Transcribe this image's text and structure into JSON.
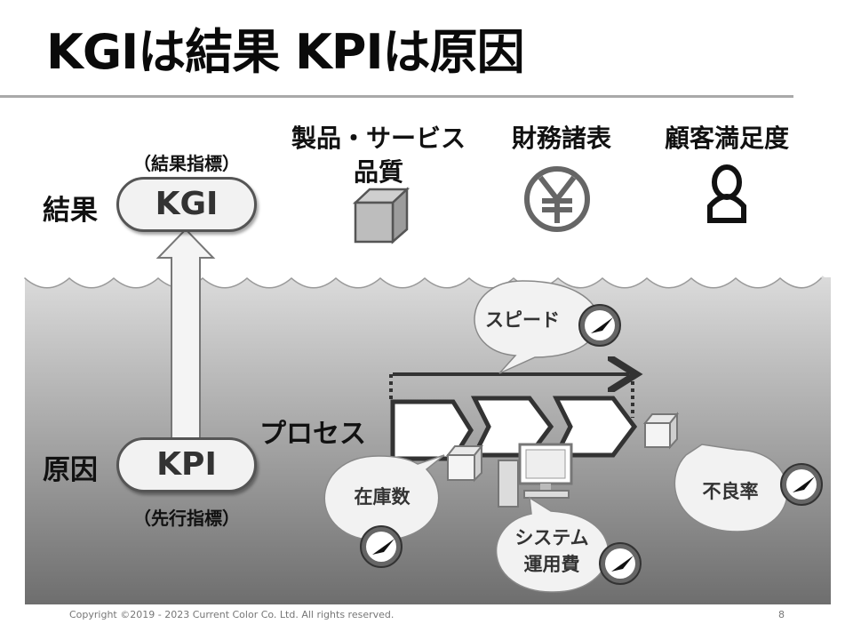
{
  "title": "KGIは結果 KPIは原因",
  "result": {
    "side_label": "結果",
    "sub_label": "（結果指標）",
    "pill_text": "KGI"
  },
  "cause": {
    "side_label": "原因",
    "sub_label": "（先行指標）",
    "pill_text": "KPI"
  },
  "kgi_categories": [
    {
      "label_line1": "製品・サービス",
      "label_line2": "品質",
      "icon": "box-icon"
    },
    {
      "label_line1": "財務諸表",
      "icon": "yen-icon"
    },
    {
      "label_line1": "顧客満足度",
      "icon": "person-icon"
    }
  ],
  "process": {
    "label": "プロセス",
    "steps": 3
  },
  "kpi_bubbles": {
    "speed": "スピード",
    "inventory": "在庫数",
    "system_cost_line1": "システム",
    "system_cost_line2": "運用費",
    "defect_rate": "不良率"
  },
  "colors": {
    "sea_top": "#dcdcdc",
    "sea_bottom": "#707070",
    "text": "#111111",
    "bubble": "#f2f2f2"
  },
  "footer": {
    "copyright": "Copyright ©2019 - 2023 Current Color Co. Ltd. All rights reserved.",
    "page_number": "8"
  }
}
